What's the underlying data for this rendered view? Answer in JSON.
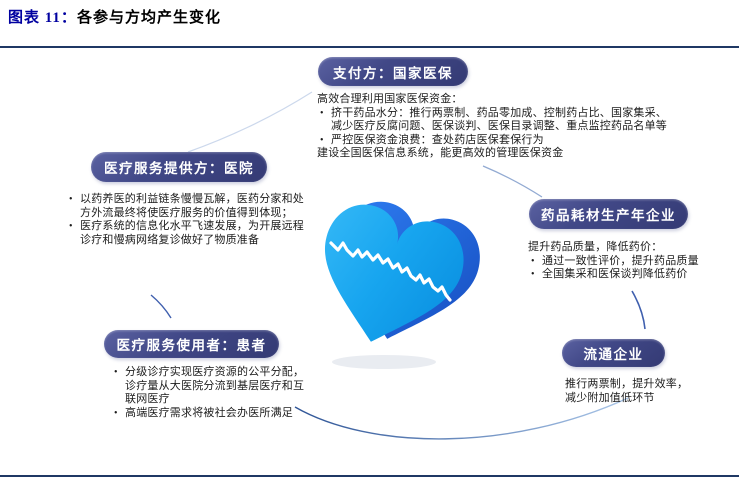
{
  "figure": {
    "title_prefix": "图表 11：",
    "title_text": "各参与方均产生变化"
  },
  "nodes": {
    "payer": {
      "label": "支付方：国家医保",
      "intro": "高效合理利用国家医保资金：",
      "bullets": [
        "挤干药品水分：推行两票制、药品零加成、控制药占比、国家集采、减少医疗反腐问题、医保谈判、医保目录调整、重点监控药品名单等",
        "严控医保资金浪费：查处药店医保套保行为"
      ],
      "outro": "建设全国医保信息系统，能更高效的管理医保资金"
    },
    "provider": {
      "label": "医疗服务提供方：医院",
      "bullets": [
        "以药养医的利益链条慢慢瓦解，医药分家和处方外流最终将使医疗服务的价值得到体现；",
        "医疗系统的信息化水平飞速发展，为开展远程诊疗和慢病网络复诊做好了物质准备"
      ]
    },
    "manufacturer": {
      "label": "药品耗材生产年企业",
      "intro": "提升药品质量，降低药价：",
      "bullets": [
        "通过一致性评价，提升药品质量",
        "全国集采和医保谈判降低药价"
      ]
    },
    "patient": {
      "label": "医疗服务使用者：患者",
      "bullets": [
        "分级诊疗实现医疗资源的公平分配，诊疗量从大医院分流到基层医疗和互联网医疗",
        "高端医疗需求将被社会办医所满足"
      ]
    },
    "distributor": {
      "label": "流通企业",
      "note": "推行两票制，提升效率，减少附加值低环节"
    }
  },
  "colors": {
    "title_blue": "#0000A0",
    "divider_navy": "#1F3864",
    "pill_indigo": "#3E4584",
    "heart_front_blue": "#1FA9F0",
    "heart_side_blue": "#1E63D6",
    "connector_blue": "#4a68b0"
  }
}
